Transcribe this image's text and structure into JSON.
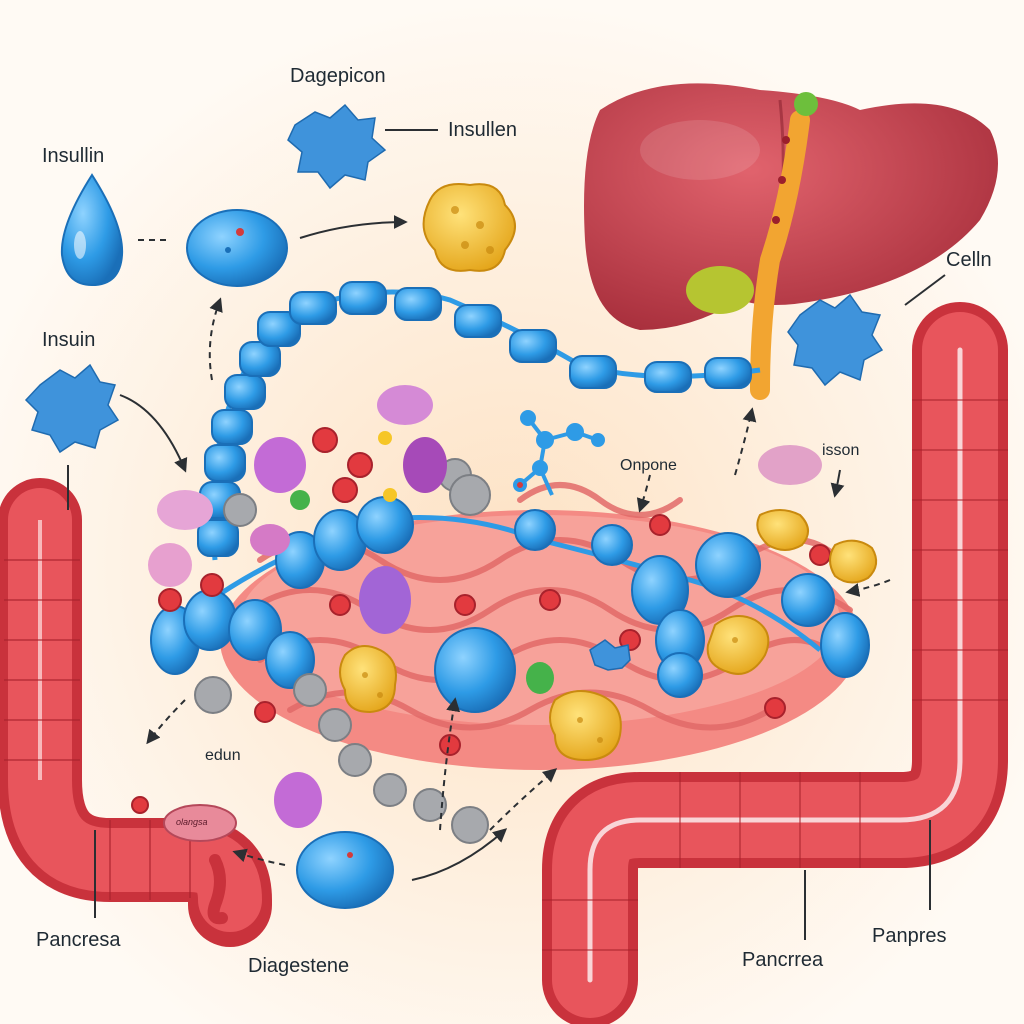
{
  "diagram": {
    "labels": {
      "dagepicon": "Dagepicon",
      "insullen": "Insullen",
      "insullin": "Insullin",
      "celln": "Celln",
      "insuin": "Insuin",
      "onpone": "Onpone",
      "isson": "isson",
      "edun": "edun",
      "pancresa": "Pancresa",
      "diagestene": "Diagestene",
      "pancrrea": "Pancrrea",
      "panpres": "Panpres",
      "small_label": "olangsa"
    },
    "colors": {
      "background_glow": "#fde2c4",
      "intestine": "#f48a84",
      "colon": "#e0434b",
      "liver": "#c9424f",
      "bile_duct": "#f2a531",
      "insulin_blue": "#2e9be6",
      "fat_yellow": "#f6c627",
      "gray_bead": "#a7a9ad",
      "purple_cell": "#c36bd6"
    },
    "icons": [
      "droplet-icon",
      "insulin-crystal-icon",
      "liver-icon",
      "gallbladder-icon",
      "fat-cluster-icon",
      "red-blood-cell-icon",
      "molecule-icon"
    ]
  }
}
